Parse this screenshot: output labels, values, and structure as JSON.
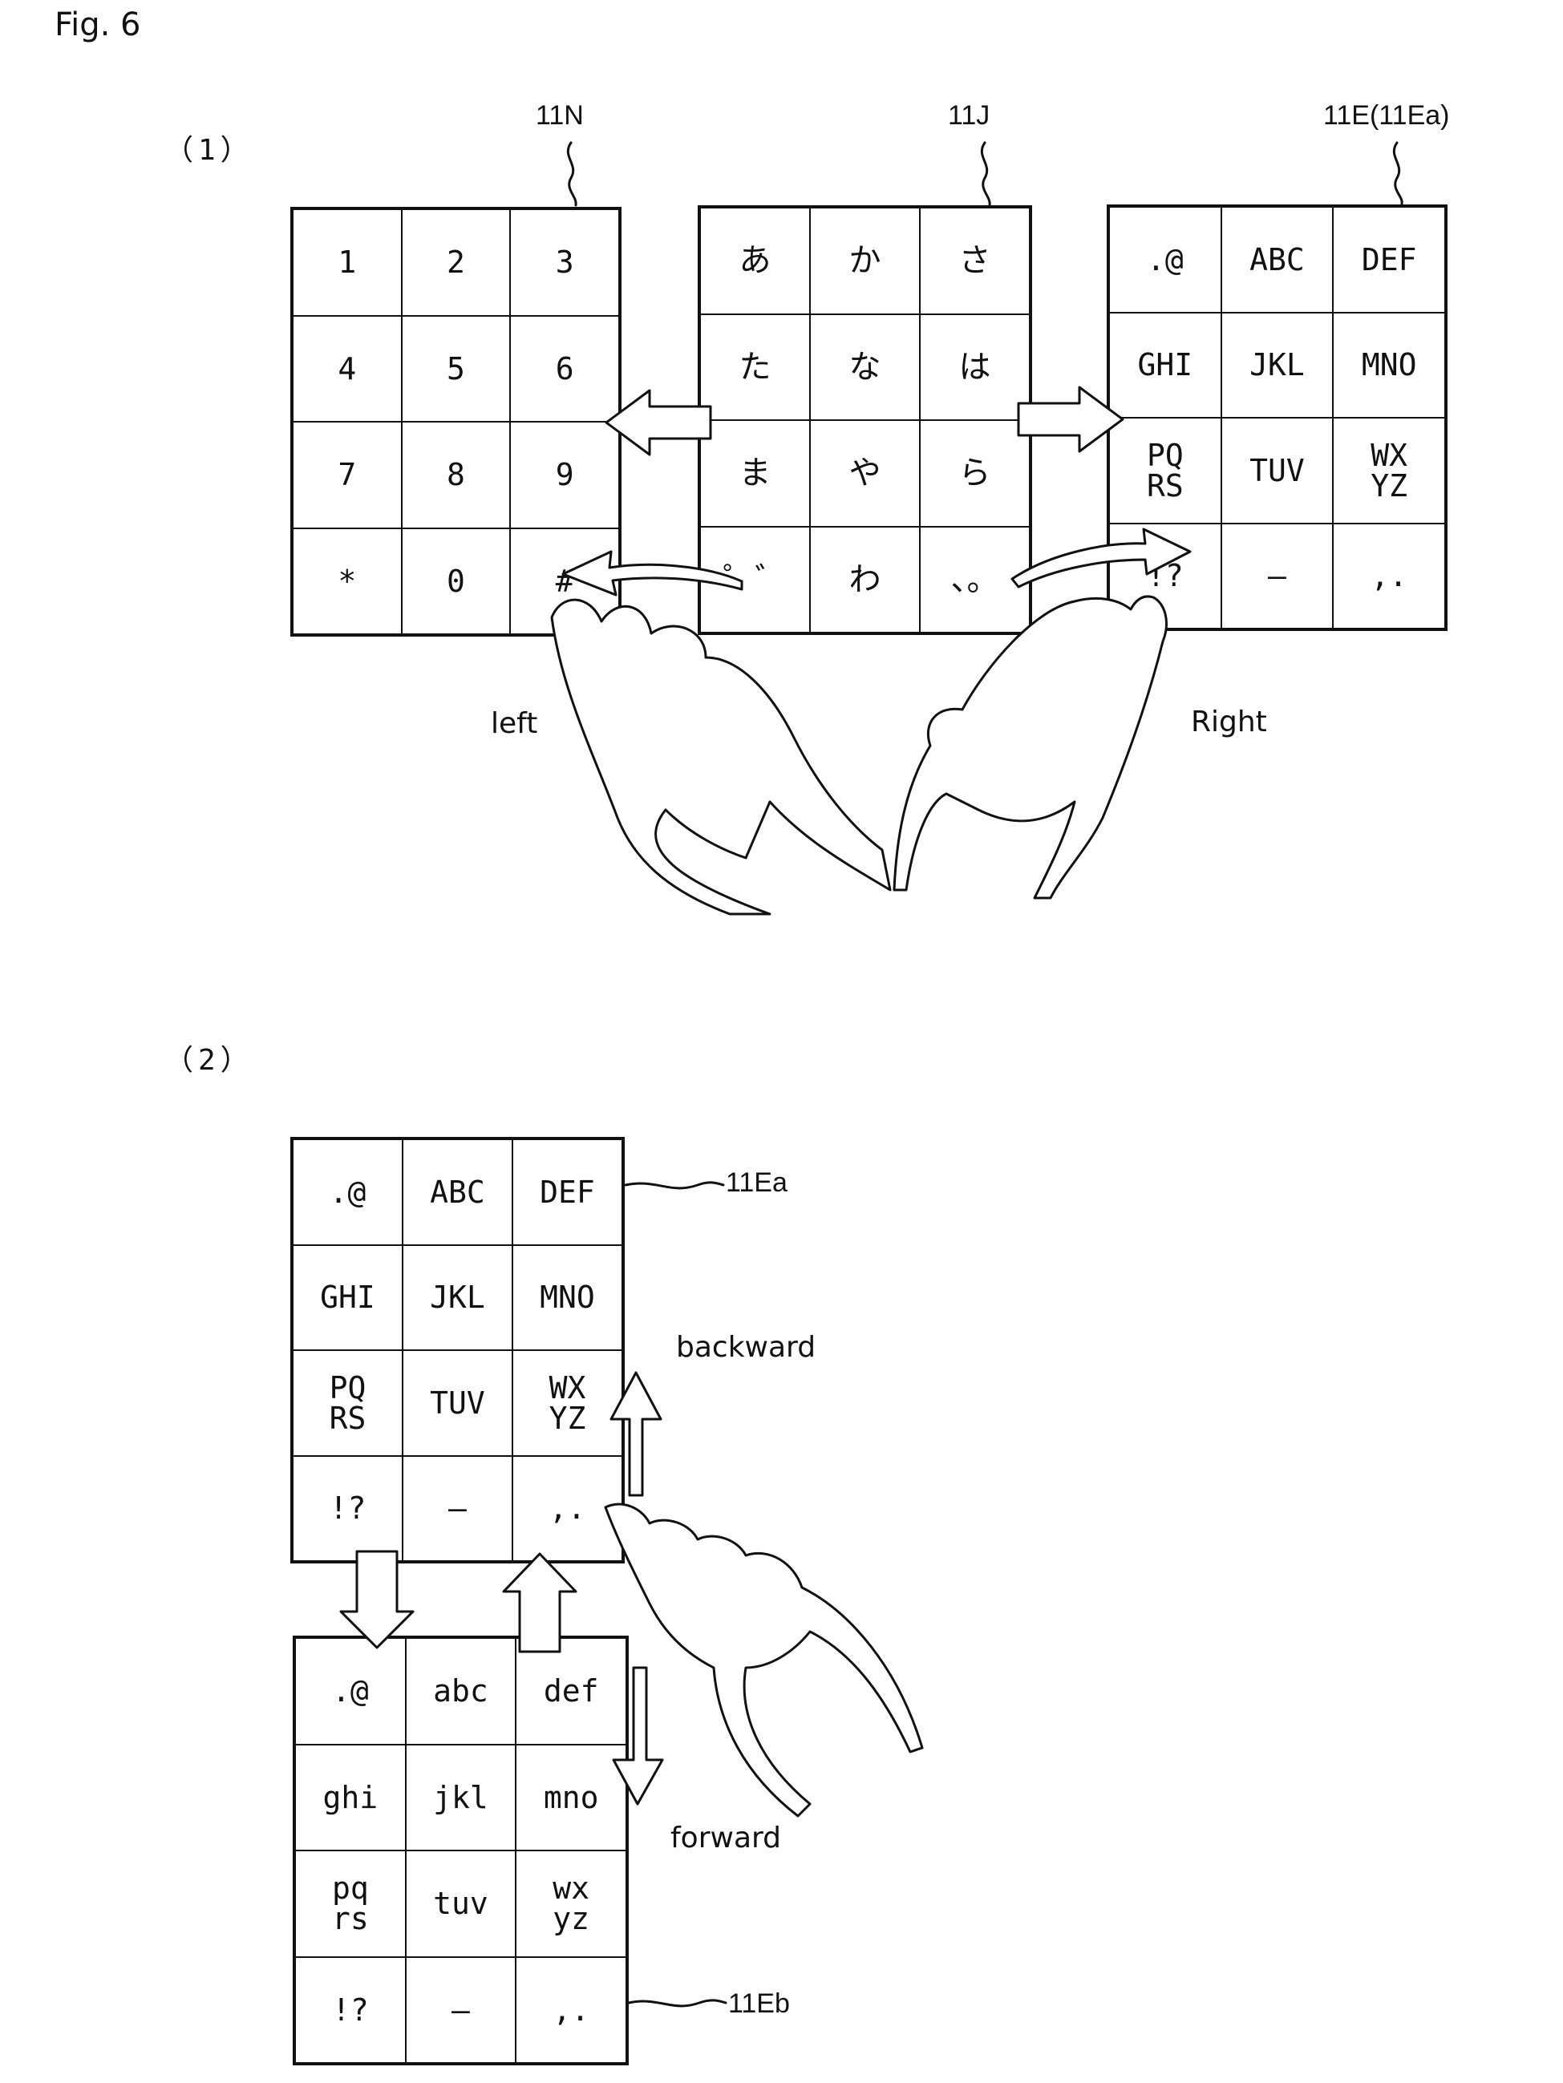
{
  "figure_label": "Fig. 6",
  "panel1": {
    "label": "（1）",
    "refs": {
      "numeric": "11N",
      "japanese": "11J",
      "english": "11E(11Ea)"
    },
    "captions": {
      "left": "left",
      "right": "Right"
    },
    "keyboards": {
      "numeric": [
        "1",
        "2",
        "3",
        "4",
        "5",
        "6",
        "7",
        "8",
        "9",
        "*",
        "0",
        "#"
      ],
      "japanese": [
        "あ",
        "か",
        "さ",
        "た",
        "な",
        "は",
        "ま",
        "や",
        "ら",
        "゜゛",
        "わ",
        "、。"
      ],
      "english": [
        ".@",
        "ABC",
        "DEF",
        "GHI",
        "JKL",
        "MNO",
        "PQ\nRS",
        "TUV",
        "WX\nYZ",
        "!?",
        "–",
        ",."
      ]
    }
  },
  "panel2": {
    "label": "（2）",
    "refs": {
      "upper": "11Ea",
      "lower": "11Eb"
    },
    "captions": {
      "backward": "backward",
      "forward": "forward"
    },
    "keyboards": {
      "upper": [
        ".@",
        "ABC",
        "DEF",
        "GHI",
        "JKL",
        "MNO",
        "PQ\nRS",
        "TUV",
        "WX\nYZ",
        "!?",
        "–",
        ",."
      ],
      "lower": [
        ".@",
        "abc",
        "def",
        "ghi",
        "jkl",
        "mno",
        "pq\nrs",
        "tuv",
        "wx\nyz",
        "!?",
        "–",
        ",."
      ]
    }
  }
}
